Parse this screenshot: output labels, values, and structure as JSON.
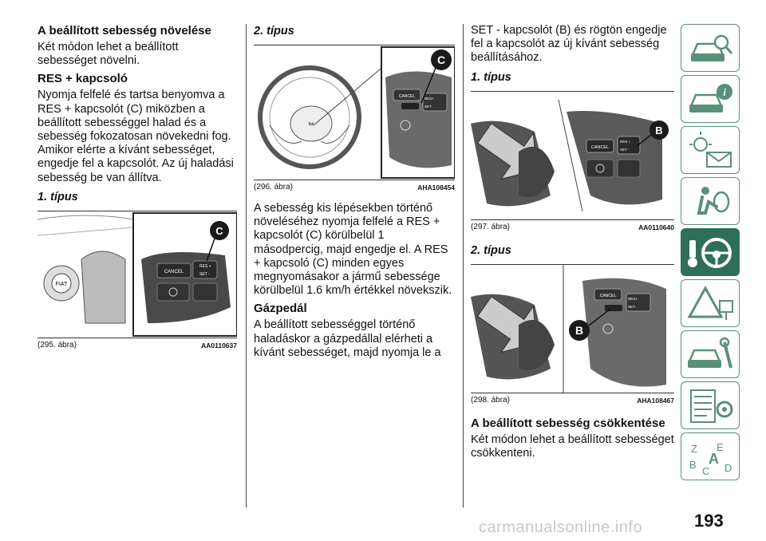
{
  "col1": {
    "heading": "A beállított sebesség növelése",
    "intro": "Két módon lehet a beállított sebességet növelni.",
    "res_heading": "RES + kapcsoló",
    "res_text": "Nyomja felfelé és tartsa benyomva a RES + kapcsolót (C) miközben a beállított sebességgel halad és a sebesség fokozatosan növekedni fog. Amikor elérte a kívánt sebességet, engedje fel a kapcsolót. Az új haladási sebesség be van állítva.",
    "type_label": "1. típus",
    "figure": {
      "caption": "(295. ábra)",
      "code": "AA0110637",
      "badge": "C",
      "btn1": "CANCEL",
      "btn2": "RES +",
      "btn3": "SET -"
    }
  },
  "col2": {
    "type_label": "2. típus",
    "figure": {
      "caption": "(296. ábra)",
      "code": "AHA108454",
      "badge": "C",
      "btn1": "CANCEL",
      "btn2": "RES+",
      "btn3": "SET-"
    },
    "text1": "A sebesség kis lépésekben történő növeléséhez nyomja felfelé a RES + kapcsolót (C) körülbelül 1 másodpercig, majd engedje el. A RES + kapcsoló (C) minden egyes megnyomásakor a jármű sebessége körülbelül 1.6 km/h értékkel növekszik.",
    "gas_heading": "Gázpedál",
    "gas_text": "A beállított sebességgel történő haladáskor a gázpedállal elérheti a kívánt sebességet, majd nyomja le a"
  },
  "col3": {
    "cont_text": "SET - kapcsolót (B) és rögtön engedje fel a kapcsolót az új kívánt sebesség beállításához.",
    "type1_label": "1. típus",
    "figure1": {
      "caption": "(297. ábra)",
      "code": "AA0110640",
      "badge": "B",
      "btn1": "CANCEL",
      "btn2": "RES +",
      "btn3": "SET -"
    },
    "type2_label": "2. típus",
    "figure2": {
      "caption": "(298. ábra)",
      "code": "AHA108467",
      "badge": "B",
      "btn1": "CANCEL",
      "btn2": "RES+",
      "btn3": "SET-"
    },
    "dec_heading": "A beállított sebesség csökkentése",
    "dec_text": "Két módon lehet a beállított sebességet csökkenteni."
  },
  "page_number": "193",
  "watermark": "carmanualsonline.info",
  "colors": {
    "tab_border": "#5a8f7a",
    "tab_active": "#2e6e5b",
    "panel_dark": "#4a4a4a"
  },
  "tabs": [
    {
      "icon": "car-search-icon",
      "active": false
    },
    {
      "icon": "car-info-icon",
      "active": false
    },
    {
      "icon": "warning-light-mail-icon",
      "active": false
    },
    {
      "icon": "airbag-passenger-icon",
      "active": false
    },
    {
      "icon": "key-steering-wheel-icon",
      "active": true
    },
    {
      "icon": "warning-triangle-icon",
      "active": false
    },
    {
      "icon": "car-wrench-icon",
      "active": false
    },
    {
      "icon": "specs-list-icon",
      "active": false
    },
    {
      "icon": "alphabet-index-icon",
      "active": false
    }
  ]
}
